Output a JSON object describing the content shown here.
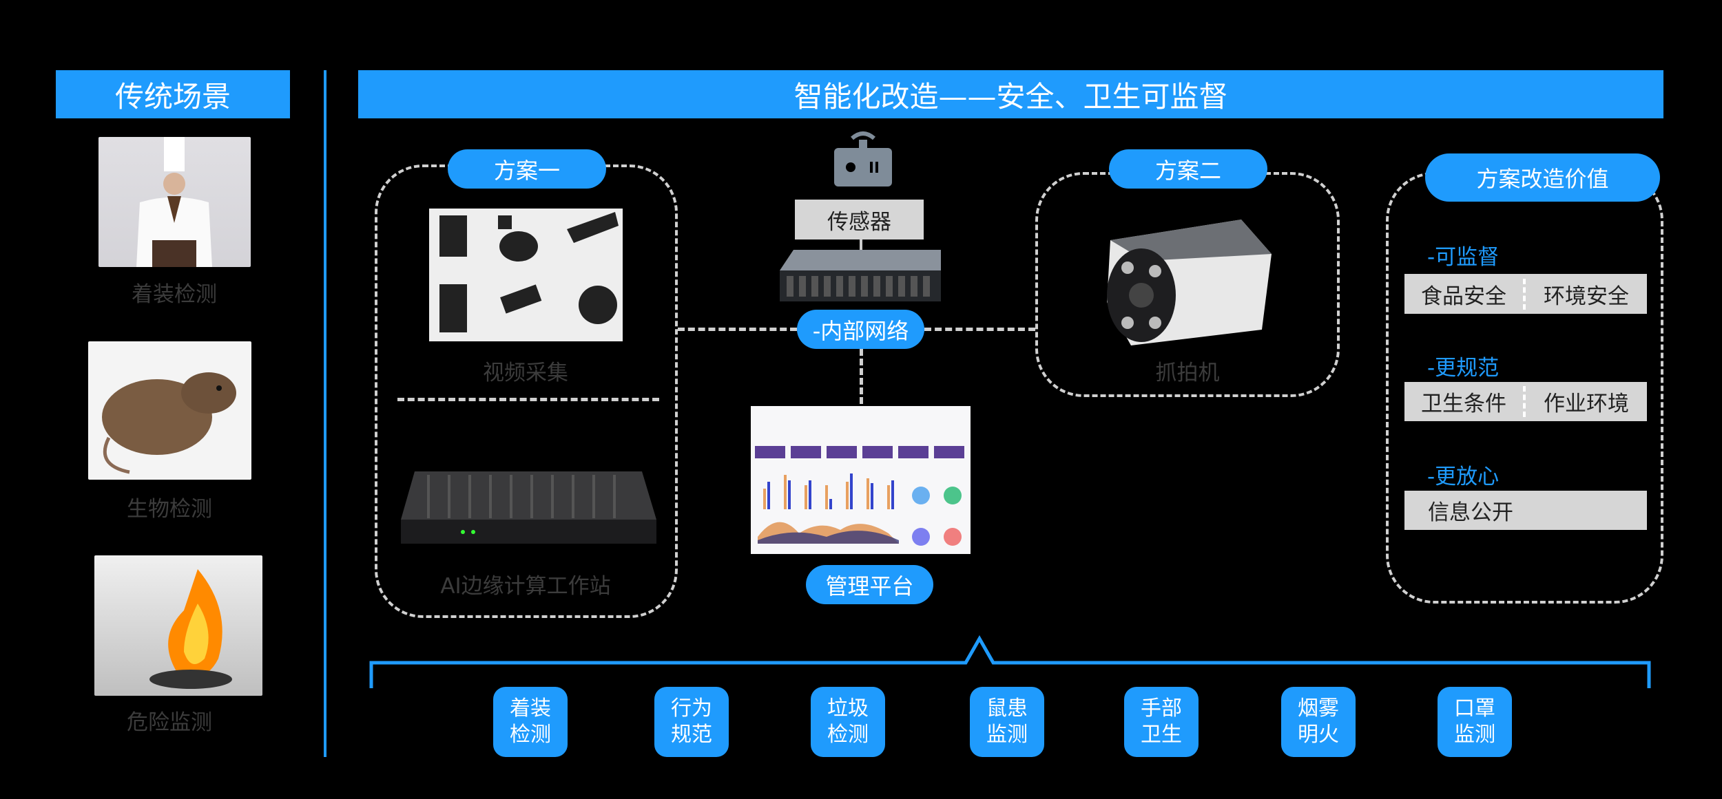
{
  "left": {
    "title": "传统场景",
    "items": [
      {
        "label": "着装检测"
      },
      {
        "label": "生物检测"
      },
      {
        "label": "危险监测"
      }
    ]
  },
  "main": {
    "title": "智能化改造——安全、卫生可监督"
  },
  "plan1": {
    "title": "方案一",
    "video_label": "视频采集",
    "edge_label": "AI边缘计算工作站"
  },
  "center": {
    "sensor_label": "传感器",
    "network_label": "-内部网络",
    "platform_label": "管理平台"
  },
  "plan2": {
    "title": "方案二",
    "camera_label": "抓拍机"
  },
  "value": {
    "title": "方案改造价值",
    "groups": [
      {
        "heading": "-可监督",
        "items": [
          "食品安全",
          "环境安全"
        ]
      },
      {
        "heading": "-更规范",
        "items": [
          "卫生条件",
          "作业环境"
        ]
      },
      {
        "heading": "-更放心",
        "items": [
          "信息公开"
        ]
      }
    ]
  },
  "bottom": {
    "items": [
      [
        "着装",
        "检测"
      ],
      [
        "行为",
        "规范"
      ],
      [
        "垃圾",
        "检测"
      ],
      [
        "鼠患",
        "监测"
      ],
      [
        "手部",
        "卫生"
      ],
      [
        "烟雾",
        "明火"
      ],
      [
        "口罩",
        "监测"
      ]
    ]
  },
  "colors": {
    "accent": "#1f9bfd",
    "label_gray": "#3c3c3c",
    "box_gray": "#d6d6d6"
  }
}
